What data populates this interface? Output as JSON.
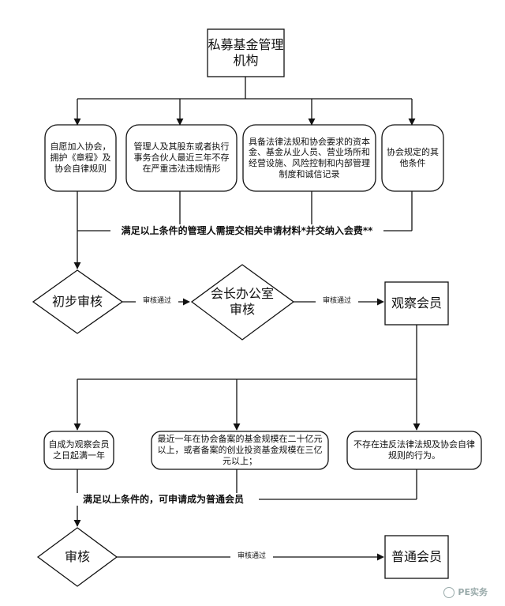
{
  "title": "私募基金管理机构",
  "conditions": [
    "自愿加入协会，拥护《章程》及协会自律规则",
    "管理人及其股东或者执行事务合伙人最近三年不存在严重违法违规情形",
    "具备法律法规和协会要求的资本金、基金从业人员、营业场所和经营设施、风险控制和内部管理制度和诚信记录",
    "协会规定的其他条件"
  ],
  "note1": "满足以上条件的管理人需提交相关申请材料*并交纳入会费**",
  "step_initial_review": "初步审核",
  "step_office_review": "会长办公室审核",
  "step_observer": "观察会员",
  "pass_label": "审核通过",
  "observer_conditions": [
    "自成为观察会员之日起满一年",
    "最近一年在协会备案的基金规模在二十亿元以上，或者备案的创业投资基金规模在三亿元以上；",
    "不存在违反法律法规及协会自律规则的行为。"
  ],
  "note2": "满足以上条件的，可申请成为普通会员",
  "step_review": "审核",
  "step_regular": "普通会员",
  "watermark": "PE实务"
}
